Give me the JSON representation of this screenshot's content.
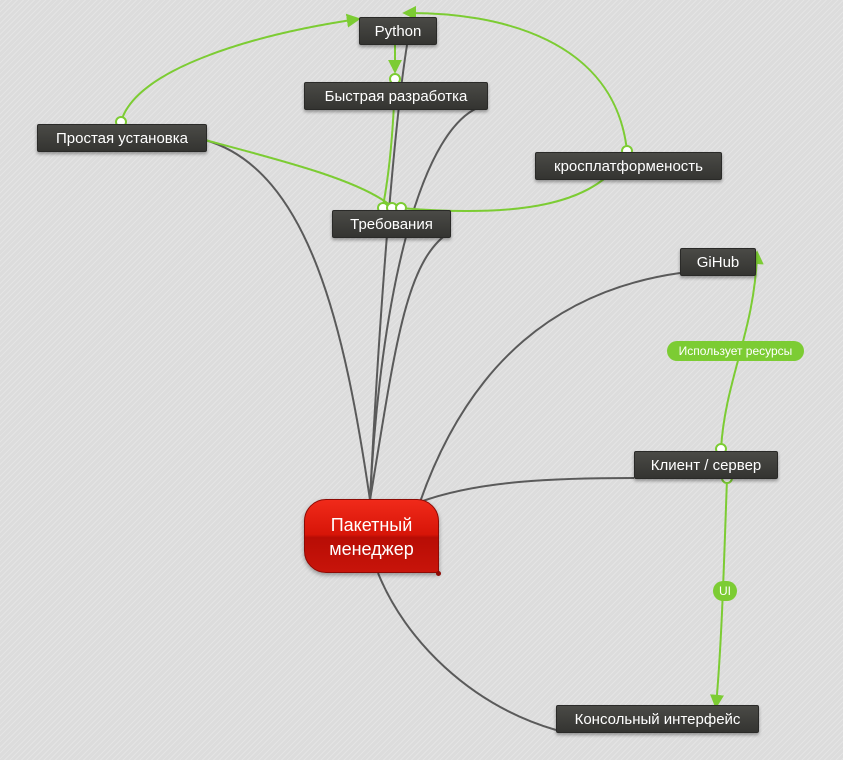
{
  "central": {
    "line1": "Пакетный",
    "line2": "менеджер"
  },
  "nodes": {
    "python": "Python",
    "fast_dev": "Быстрая разработка",
    "simple_install": "Простая установка",
    "crossplatform": "кросплатформеность",
    "requirements": "Требования",
    "github": "GiHub",
    "client_server": "Клиент / сервер",
    "console": "Консольный интерфейс"
  },
  "relation_labels": {
    "uses_resources": "Использует ресурсы",
    "ui": "UI"
  },
  "colors": {
    "link": "#5a5a5a",
    "relation": "#7ccc33",
    "central": "#d71508",
    "node": "#3c3c3a"
  }
}
